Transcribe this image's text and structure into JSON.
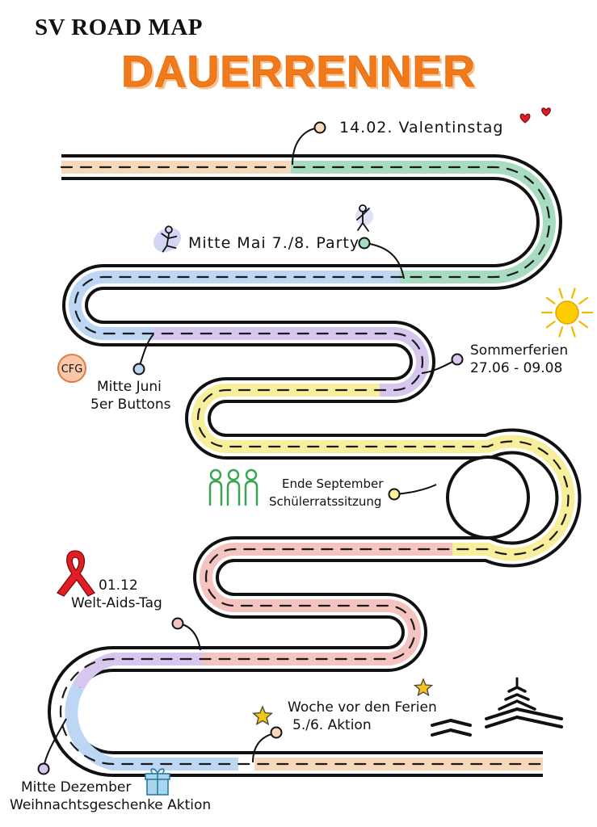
{
  "header": {
    "heading": "SV ROAD MAP",
    "title": "DAUERRENNER"
  },
  "events": [
    {
      "id": "valentinstag",
      "lines": [
        "14.02. Valentinstag"
      ],
      "icon": "hearts-icon",
      "color": "#a8dcc0"
    },
    {
      "id": "party",
      "lines": [
        "Mitte Mai  7./8. Party"
      ],
      "icon": "dancing-figure-icon",
      "color": "#bcc8ee"
    },
    {
      "id": "sommerferien",
      "lines": [
        "Sommerferien",
        "27.06 - 09.08"
      ],
      "icon": "sun-icon",
      "color": "#d7c7ef"
    },
    {
      "id": "buttons",
      "lines": [
        "Mitte Juni",
        "5er Buttons"
      ],
      "icon": "cfg-badge-icon",
      "badge": "CFG",
      "color": "#bcd6f3"
    },
    {
      "id": "schuelerrat",
      "lines": [
        "Ende September",
        "Schülerratssitzung"
      ],
      "icon": "people-group-icon",
      "color": "#f8ef9c"
    },
    {
      "id": "welt-aids-tag",
      "lines": [
        "01.12",
        "Welt-Aids-Tag"
      ],
      "icon": "red-ribbon-icon",
      "color": "#f6c4c0"
    },
    {
      "id": "aktion",
      "lines": [
        "Woche vor den Ferien",
        "5./6. Aktion"
      ],
      "icon": "star-icon",
      "color": "#f7d8bb"
    },
    {
      "id": "weihnachten",
      "lines": [
        "Mitte Dezember",
        "Weihnachtsgeschenke Aktion"
      ],
      "icon": "gift-icon",
      "color": "#d5ccef"
    }
  ],
  "colors": {
    "title": "#f07b1d",
    "road_outline": "#111111",
    "peach": "#f7d8bb",
    "mint": "#a8dcc0",
    "blue": "#bcd6f3",
    "lavender": "#d7c7ef",
    "yellow": "#f8ef9c",
    "pink": "#f6c4c0"
  }
}
